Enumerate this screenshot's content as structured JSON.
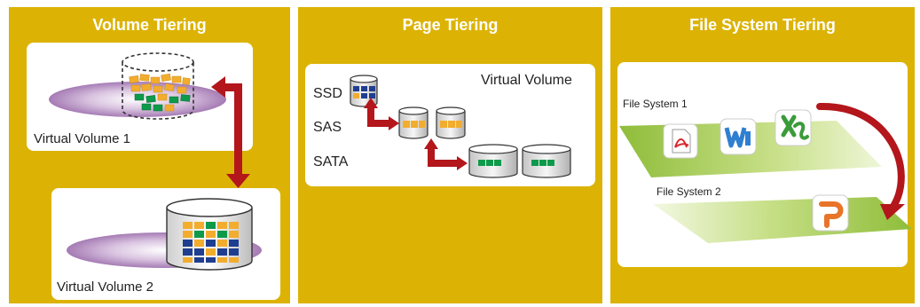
{
  "panels": {
    "volume": {
      "title": "Volume Tiering",
      "label_1": "Virtual Volume 1",
      "label_2": "Virtual Volume 2"
    },
    "page": {
      "title": "Page Tiering",
      "volume_label": "Virtual Volume",
      "tiers": [
        "SSD",
        "SAS",
        "SATA"
      ]
    },
    "file": {
      "title": "File System Tiering",
      "fs_1": "File System 1",
      "fs_2": "File System 2",
      "icons": [
        "pdf-icon",
        "word-icon",
        "excel-icon",
        "powerpoint-icon"
      ]
    }
  },
  "colors": {
    "panel": "#dcb305",
    "arrow": "#b3161b",
    "block_orange": "#f2ad2e",
    "block_green": "#0d9a4a",
    "block_navy": "#1f3e8f",
    "platform_green": "#9cc743",
    "ellipse_purple": "#a57bb4"
  }
}
